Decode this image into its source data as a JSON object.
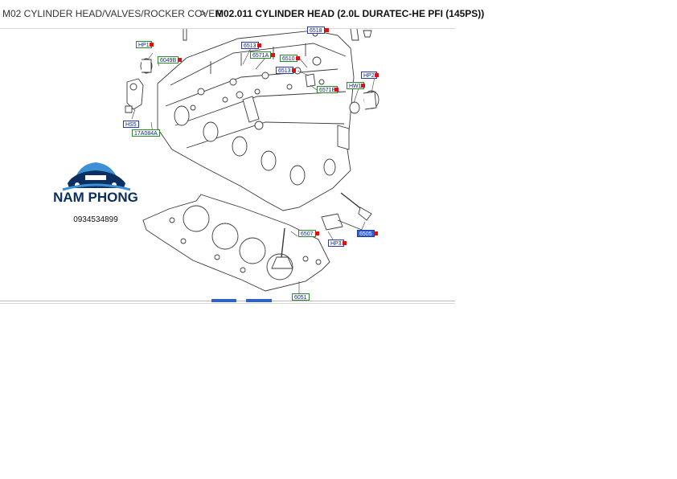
{
  "breadcrumb": {
    "parent": "M02 CYLINDER HEAD/VALVES/ROCKER COVER",
    "separator": ">",
    "current": "M02.011 CYLINDER HEAD (2.0L DURATEC-HE PFI (145PS))"
  },
  "callouts": [
    {
      "id": "hp1",
      "label": "HP1",
      "style": "green"
    },
    {
      "id": "6049b",
      "label": "6049B",
      "style": "green"
    },
    {
      "id": "hs5",
      "label": "HS5",
      "style": "blue"
    },
    {
      "id": "17a084a",
      "label": "17A084A",
      "style": "green"
    },
    {
      "id": "6513a",
      "label": "6513",
      "style": "blue"
    },
    {
      "id": "6571a",
      "label": "6571A",
      "style": "green"
    },
    {
      "id": "6518",
      "label": "6518",
      "style": "blue"
    },
    {
      "id": "6510",
      "label": "6510",
      "style": "green"
    },
    {
      "id": "6513b",
      "label": "6513",
      "style": "blue"
    },
    {
      "id": "6571b",
      "label": "6571B",
      "style": "green"
    },
    {
      "id": "hw1",
      "label": "HW1",
      "style": "green"
    },
    {
      "id": "hp2",
      "label": "HP2",
      "style": "blue"
    },
    {
      "id": "6507",
      "label": "6507",
      "style": "green"
    },
    {
      "id": "hp3",
      "label": "HP3",
      "style": "blue"
    },
    {
      "id": "6505",
      "label": "6505",
      "style": "sel"
    },
    {
      "id": "6051",
      "label": "6051",
      "style": "green"
    }
  ],
  "logo": {
    "name": "NAM PHONG",
    "phone": "0934534899"
  },
  "colors": {
    "accent": "#2f5fd8",
    "marker": "#e01010",
    "logo_navy": "#0c2f62",
    "logo_blue": "#3d8fd6"
  }
}
